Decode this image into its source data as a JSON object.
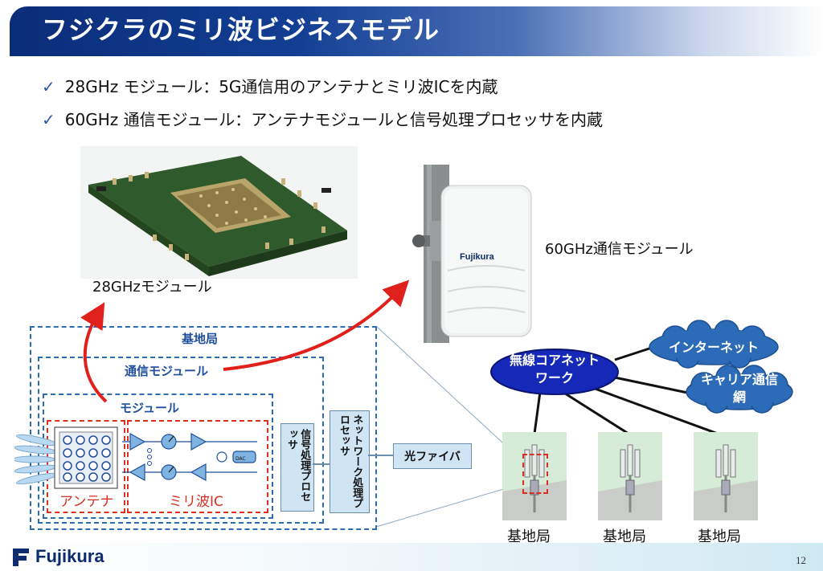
{
  "title": "フジクラのミリ波ビジネスモデル",
  "bullets": [
    "28GHz モジュール：5G通信用のアンテナとミリ波ICを内蔵",
    "60GHz 通信モジュール：アンテナモジュールと信号処理プロセッサを内蔵"
  ],
  "photos": {
    "module28_label": "28GHzモジュール",
    "module60_label": "60GHz通信モジュール",
    "device_brand": "Fujikura"
  },
  "diagram": {
    "base_station": "基地局",
    "comm_module": "通信モジュール",
    "module": "モジュール",
    "antenna": "アンテナ",
    "mmwave_ic": "ミリ波IC",
    "signal_processor": "信号処理プロセッサ",
    "network_processor": "ネットワーク処理プロセッサ",
    "optical_fiber": "光ファイバ",
    "dac_label": "DAC"
  },
  "network": {
    "core": "無線コアネットワーク",
    "internet": "インターネット",
    "carrier": "キャリア通信網",
    "stations": [
      "基地局",
      "基地局",
      "基地局"
    ]
  },
  "colors": {
    "title_blue": "#0b2d78",
    "dash_blue": "#2b6cb5",
    "dash_red": "#d93020",
    "cloud_blue": "#2c6bb8",
    "core_blue": "#1628b8",
    "arrow_red": "#e0201a"
  },
  "footer": {
    "logo": "Fujikura",
    "page": "12"
  }
}
